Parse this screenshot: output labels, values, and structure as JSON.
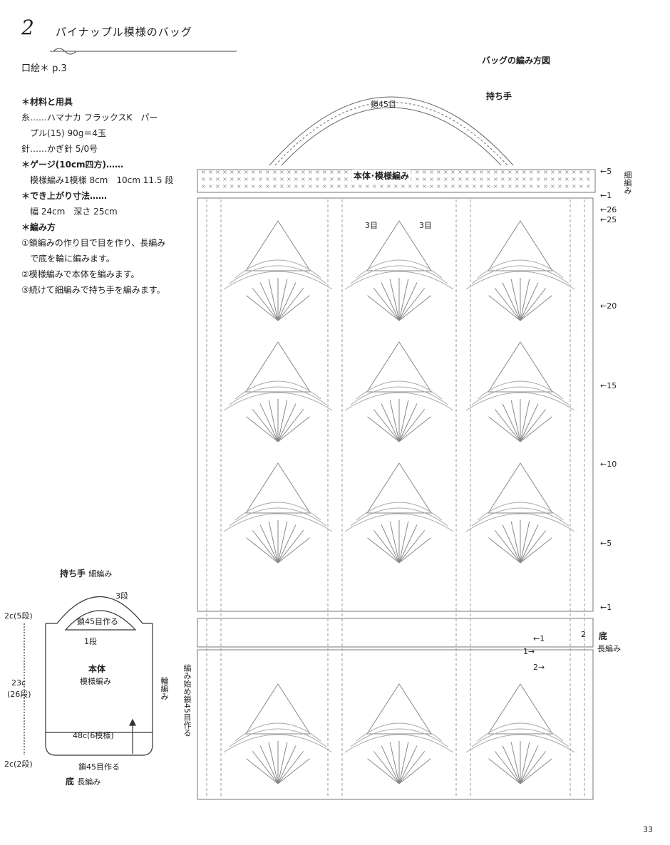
{
  "header": {
    "number": "2",
    "title": "パイナップル模様のバッグ",
    "frontispiece": "口絵＊ p.3"
  },
  "materials": {
    "heading": "＊材料と用具",
    "yarn_line1": "糸……ハマナカ フラックスK　パー",
    "yarn_line2": "プル(15) 90g＝4玉",
    "needle": "針……かぎ針 5/0号",
    "gauge_heading": "＊ゲージ(10cm四方)……",
    "gauge_value": "模様編み1模様 8cm　10cm 11.5 段",
    "size_heading": "＊でき上がり寸法……",
    "size_value": "幅 24cm　深さ 25cm",
    "method_heading": "＊編み方",
    "step1_line1": "①鎖編みの作り目で目を作り、長編み",
    "step1_line2": "で底を輪に編みます。",
    "step2": "②模様編みで本体を編みます。",
    "step3": "③続けて細編みで持ち手を編みます。"
  },
  "chart": {
    "title": "バッグの編み方図",
    "handle_label": "持ち手",
    "chain_label": "鎖45目",
    "body_label": "本体･模様編み",
    "three_stitch_left": "3目",
    "three_stitch_right": "3目",
    "handle_rows_label": "細編み",
    "handle_row_numbers": [
      "5",
      "1"
    ],
    "body_row_numbers": [
      "26",
      "25",
      "20",
      "15",
      "10",
      "5",
      "1"
    ],
    "bottom_label": "底",
    "bottom_stitch": "長編み",
    "bottom_row_labels": [
      "1",
      "2",
      "1",
      "2"
    ],
    "start_label": "編み始め鎖45目作る"
  },
  "schematic": {
    "handle_label": "持ち手",
    "handle_stitch": "細編み",
    "rows3": "3段",
    "chain_make": "鎖45目作る",
    "row1": "1段",
    "top_dim": "2c(5段)",
    "height_dim": "23c",
    "height_rows": "(26段)",
    "bottom_dim": "2c(2段)",
    "body_label": "本体",
    "body_pattern": "模様編み",
    "ring_label": "輪編み",
    "width_label": "48c(6模様)",
    "chain_bottom": "鎖45目作る",
    "bottom_label": "底",
    "bottom_stitch": "長編み"
  },
  "page_number": "33"
}
